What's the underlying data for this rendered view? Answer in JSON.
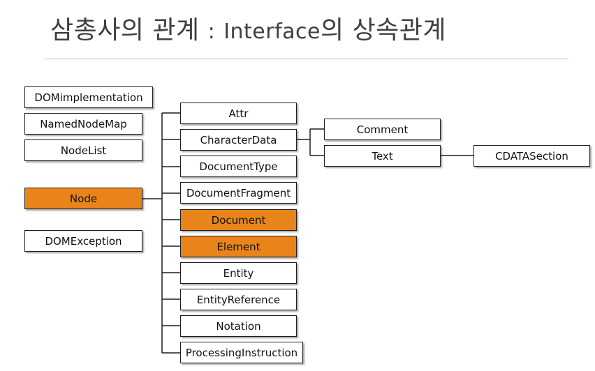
{
  "title": {
    "korean": "삼총사의 관계",
    "separator": ":",
    "interface": "Interface",
    "rest": "의 상속관계"
  },
  "colors": {
    "highlight": "#e8841a",
    "border": "#1f1f1f",
    "title": "#404040"
  },
  "nodes": {
    "domimplementation": "DOMimplementation",
    "namednodemap": "NamedNodeMap",
    "nodelist": "NodeList",
    "node": "Node",
    "domexception": "DOMException",
    "attr": "Attr",
    "characterdata": "CharacterData",
    "documenttype": "DocumentType",
    "documentfragment": "DocumentFragment",
    "document": "Document",
    "element": "Element",
    "entity": "Entity",
    "entityreference": "EntityReference",
    "notation": "Notation",
    "processinginstruction": "ProcessingInstruction",
    "comment": "Comment",
    "text": "Text",
    "cdatasection": "CDATASection"
  },
  "highlighted": [
    "node",
    "document",
    "element"
  ],
  "inheritance": [
    {
      "parent": "node",
      "children": [
        "attr",
        "characterdata",
        "documenttype",
        "documentfragment",
        "document",
        "element",
        "entity",
        "entityreference",
        "notation",
        "processinginstruction"
      ]
    },
    {
      "parent": "characterdata",
      "children": [
        "comment",
        "text"
      ]
    },
    {
      "parent": "text",
      "children": [
        "cdatasection"
      ]
    }
  ]
}
